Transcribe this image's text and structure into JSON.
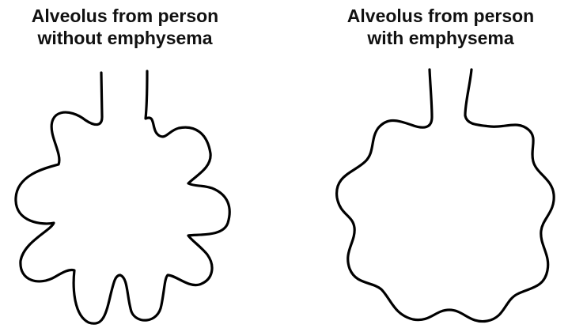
{
  "panels": {
    "left": {
      "title_line1": "Alveolus from person",
      "title_line2": "without emphysema"
    },
    "right": {
      "title_line1": "Alveolus from person",
      "title_line2": "with emphysema"
    }
  },
  "colors": {
    "outline": "#000000",
    "text": "#111111",
    "background": "#ffffff"
  }
}
